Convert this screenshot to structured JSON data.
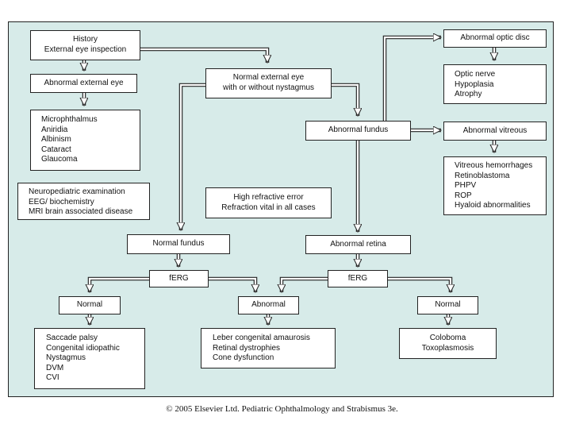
{
  "diagram": {
    "history": [
      "History",
      "External eye inspection"
    ],
    "abnormal_external_eye": "Abnormal external eye",
    "external_list": [
      "Microphthalmus",
      "Aniridia",
      "Albinism",
      "Cataract",
      "Glaucoma"
    ],
    "neuro": [
      "Neuropediatric examination",
      "EEG/ biochemistry",
      "MRI brain associated disease"
    ],
    "normal_external_eye": [
      "Normal external eye",
      "with or without nystagmus"
    ],
    "refractive": [
      "High refractive error",
      "Refraction vital in all cases"
    ],
    "abnormal_fundus": "Abnormal fundus",
    "abnormal_optic_disc": "Abnormal optic disc",
    "optic_list": [
      "Optic nerve",
      "Hypoplasia",
      "Atrophy"
    ],
    "abnormal_vitreous": "Abnormal vitreous",
    "vitreous_list": [
      "Vitreous hemorrhages",
      "Retinoblastoma",
      "PHPV",
      "ROP",
      "Hyaloid abnormalities"
    ],
    "normal_fundus": "Normal fundus",
    "abnormal_retina": "Abnormal retina",
    "ferg_left": "fERG",
    "ferg_right": "fERG",
    "normal_left": "Normal",
    "abnormal_mid": "Abnormal",
    "normal_right": "Normal",
    "saccade_list": [
      "Saccade palsy",
      "Congenital idiopathic",
      "Nystagmus",
      "DVM",
      "CVI"
    ],
    "leber_list": [
      "Leber congenital amaurosis",
      "Retinal dystrophies",
      "Cone dysfunction"
    ],
    "coloboma_list": [
      "Coloboma",
      "Toxoplasmosis"
    ]
  },
  "caption": "© 2005 Elsevier Ltd. Pediatric Ophthalmology and Strabismus 3e.",
  "colors": {
    "panel_background": "#d7ebe9",
    "box_background": "#ffffff",
    "stroke": "#222222"
  }
}
